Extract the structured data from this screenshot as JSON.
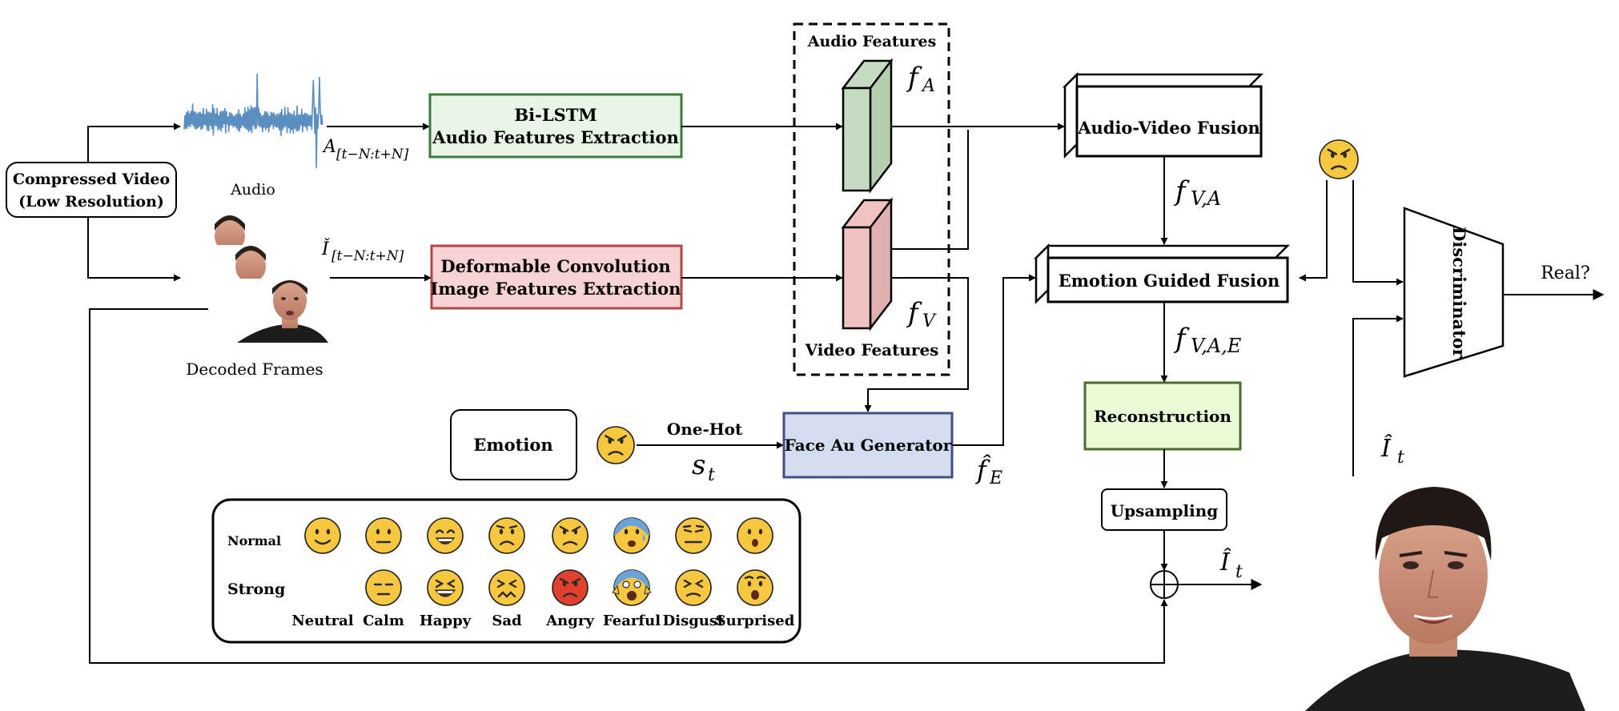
{
  "inputs": {
    "compressed_video_line1": "Compressed Video",
    "compressed_video_line2": "(Low Resolution)",
    "audio_label": "Audio",
    "decoded_frames_label": "Decoded Frames",
    "audio_seq_main": "A",
    "audio_seq_sub": "[t−N:t+N]",
    "image_seq_main": "Ǐ",
    "image_seq_sub": "[t−N:t+N]"
  },
  "blocks": {
    "bilstm_line1": "Bi-LSTM",
    "bilstm_line2": "Audio Features Extraction",
    "deform_line1": "Deformable Convolution",
    "deform_line2": "Image Features Extraction",
    "av_fusion": "Audio-Video Fusion",
    "emotion_fusion": "Emotion Guided Fusion",
    "reconstruction": "Reconstruction",
    "upsampling": "Upsampling",
    "face_au": "Face Au Generator",
    "emotion": "Emotion",
    "discriminator": "Discriminator"
  },
  "features": {
    "audio_features": "Audio Features",
    "video_features": "Video Features",
    "fA_main": "f",
    "fA_sub": "A",
    "fV_main": "f",
    "fV_sub": "V",
    "fVA_main": "f",
    "fVA_sub": "V,A",
    "fVAE_main": "f",
    "fVAE_sub": "V,A,E",
    "fE_main": "f̂",
    "fE_sub": "E",
    "st_main": "s",
    "st_sub": "t",
    "one_hot": "One-Hot",
    "It_main": "Î",
    "It_sub": "t",
    "It2_main": "Î",
    "It2_sub": "t",
    "real": "Real?"
  },
  "emotion_table": {
    "row_normal": "Normal",
    "row_strong": "Strong",
    "labels": [
      "Neutral",
      "Calm",
      "Happy",
      "Sad",
      "Angry",
      "Fearful",
      "Disgust",
      "Surprised"
    ],
    "normal_icons": [
      "neutral-smile-icon",
      "calm-face-icon",
      "happy-face-icon",
      "sad-face-icon",
      "angry-face-icon",
      "fearful-face-icon",
      "disgust-face-icon",
      "surprised-face-icon"
    ],
    "strong_icons": [
      "calm-strong-icon",
      "happy-strong-icon",
      "sad-strong-icon",
      "angry-strong-icon",
      "fearful-strong-icon",
      "disgust-strong-icon",
      "surprised-strong-icon"
    ]
  },
  "colors": {
    "bilstm_fill": "#e8f6e6",
    "bilstm_stroke": "#3d7a3d",
    "deform_fill": "#f7d3d3",
    "deform_stroke": "#b04848",
    "face_au_fill": "#d4dcf0",
    "face_au_stroke": "#3f4f86",
    "recon_fill": "#eafad6",
    "recon_stroke": "#4d6b2e",
    "audio_feat_fill": "#c6dcc2",
    "video_feat_fill": "#f0c2c2",
    "emoji_yellow": "#f7c740",
    "emoji_red": "#e0412f",
    "waveform": "#5b8fc2"
  }
}
